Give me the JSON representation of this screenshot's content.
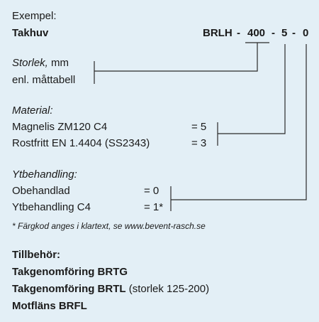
{
  "example": {
    "heading": "Exempel:",
    "product": "Takhuv",
    "code": {
      "base": "BRLH",
      "sep1": "-",
      "size": "400",
      "sep2": "-",
      "material": "5",
      "sep3": "-",
      "finish": "0"
    }
  },
  "size_section": {
    "label_italic": "Storlek,",
    "label_unit": " mm",
    "line2": "enl. måttabell"
  },
  "material_section": {
    "heading": "Material:",
    "options": [
      {
        "label": "Magnelis ZM120 C4",
        "value": "= 5"
      },
      {
        "label": "Rostfritt EN 1.4404 (SS2343)",
        "value": "= 3"
      }
    ]
  },
  "finish_section": {
    "heading": "Ytbehandling:",
    "options": [
      {
        "label": "Obehandlad",
        "value": "= 0"
      },
      {
        "label": "Ytbehandling C4",
        "value": "= 1*"
      }
    ],
    "footnote": "* Färgkod anges i klartext, se www.bevent-rasch.se"
  },
  "accessories": {
    "heading": "Tillbehör:",
    "items": [
      {
        "name": "Takgenomföring BRTG",
        "note": ""
      },
      {
        "name": "Takgenomföring BRTL",
        "note": " (storlek 125-200)"
      },
      {
        "name": "Motfläns BRFL",
        "note": ""
      }
    ]
  },
  "colors": {
    "background": "#e3eff6",
    "text": "#1a1a1a"
  }
}
